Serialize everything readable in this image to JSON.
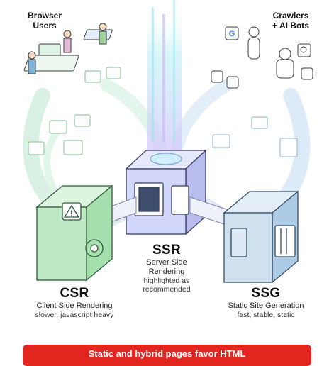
{
  "labels": {
    "browser_users": "Browser\nUsers",
    "crawlers": "Crawlers\n+ AI Bots"
  },
  "nodes": {
    "ssr": {
      "title": "SSR",
      "subtitle": "Server Side\nRendering",
      "note": "highlighted as\nrecommended"
    },
    "csr": {
      "title": "CSR",
      "subtitle": "Client Side Rendering",
      "note": "slower, javascript heavy"
    },
    "ssg": {
      "title": "SSG",
      "subtitle": "Static Site Generation",
      "note": "fast, stable, static"
    }
  },
  "banner": {
    "text": "Static and hybrid pages favor HTML"
  },
  "icons": [
    "warning-icon",
    "gear-icon",
    "google-icon",
    "search-icon",
    "robot-icon",
    "code-icon",
    "page-icon"
  ],
  "colors": {
    "csr_green": "#bfe9c4",
    "ssr_purple": "#d5d8f8",
    "ssg_blue": "#cfe0ef",
    "banner_red": "#e2261f",
    "beam_cyan": "#b9eef4"
  }
}
